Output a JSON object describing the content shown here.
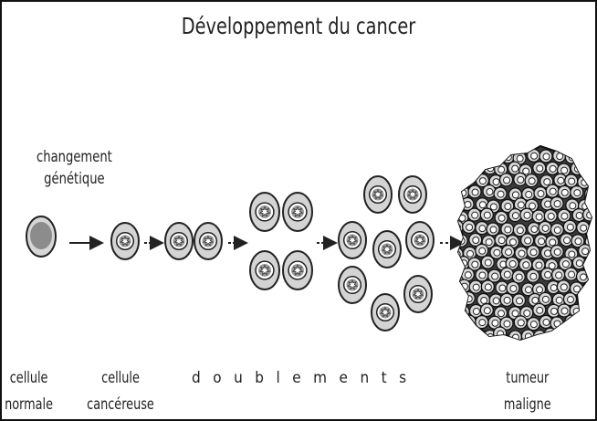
{
  "title": "Développement du cancer",
  "labels": {
    "genetic_change_line1": "changement",
    "genetic_change_line2": "génétique",
    "normal_line1": "cellule",
    "normal_line2": "normale",
    "cancer_line1": "cellule",
    "cancer_line2": "cancéreuse",
    "doubling": "doublements",
    "tumor_line1": "tumeur",
    "tumor_line2": "maligne"
  },
  "colors": {
    "ink": "#222222",
    "cell_fill": "#d9d9d9",
    "nucleus": "#8a8a8a",
    "frame": "#111111"
  },
  "stages": [
    {
      "name": "normal-cell",
      "cells": 1
    },
    {
      "name": "cancer-cell",
      "cells": 1
    },
    {
      "name": "doubling-1",
      "cells": 2
    },
    {
      "name": "doubling-2",
      "cells": 4
    },
    {
      "name": "doubling-3",
      "cells": 8
    },
    {
      "name": "malignant-tumor",
      "cells": "many"
    }
  ]
}
